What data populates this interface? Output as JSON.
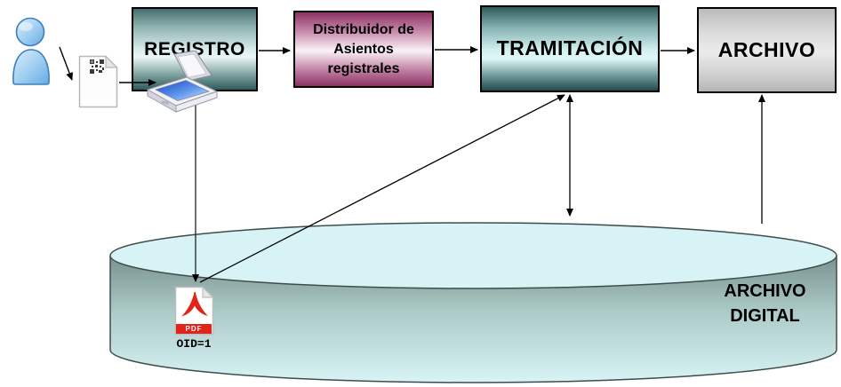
{
  "boxes": {
    "registro": {
      "label": "REGISTRO"
    },
    "distribuidor": {
      "label": "Distribuidor de\nAsientos\nregistrales"
    },
    "tramitacion": {
      "label": "TRAMITACIÓN"
    },
    "archivo": {
      "label": "ARCHIVO"
    }
  },
  "database": {
    "label": "ARCHIVO\nDIGITAL"
  },
  "pdf_file": {
    "badge": "PDF",
    "caption": "OID=1"
  },
  "icons": {
    "person": "user-icon",
    "document": "document-with-qr-icon",
    "scanner": "scanner-icon",
    "pdf": "pdf-file-icon",
    "database": "database-cylinder"
  },
  "colors": {
    "box_teal_dark": "#2f5a5a",
    "box_teal_light": "#d4f1f2",
    "box_plum": "#8c3263",
    "box_gray": "#dcdcdc",
    "cylinder_top": "#d7f3f5",
    "cylinder_shade": "#78928f",
    "pdf_red": "#e2231a",
    "person_blue": "#9ecdf0",
    "arrow": "#000000"
  }
}
